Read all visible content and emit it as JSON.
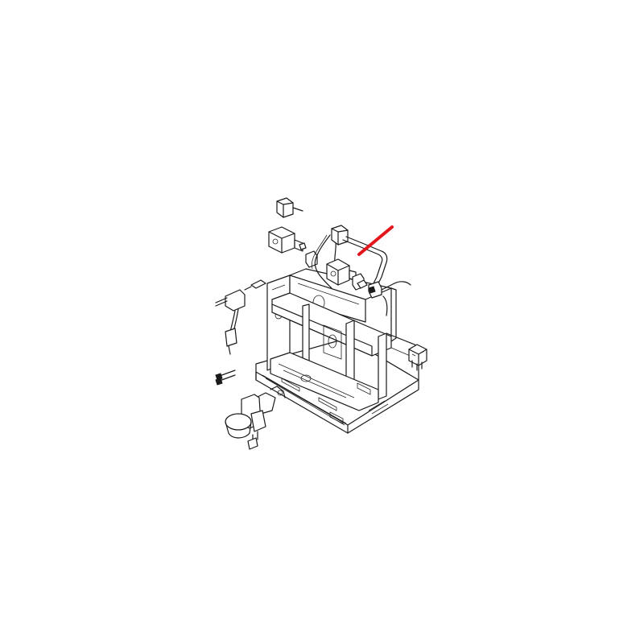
{
  "diagram": {
    "background": "#ffffff",
    "line_color": "#1a1a1a",
    "highlight_color": "#e3161b",
    "highlighted_part": "steam-pipe",
    "parts": [
      "main-frame",
      "solenoid-valve-top",
      "solenoid-valve-coil",
      "solenoid-valve-middle",
      "steam-pipe",
      "pipe-fittings",
      "steam-wand",
      "switch-block",
      "gas-cylinder-assembly",
      "connector-pins",
      "wire-harness"
    ]
  }
}
